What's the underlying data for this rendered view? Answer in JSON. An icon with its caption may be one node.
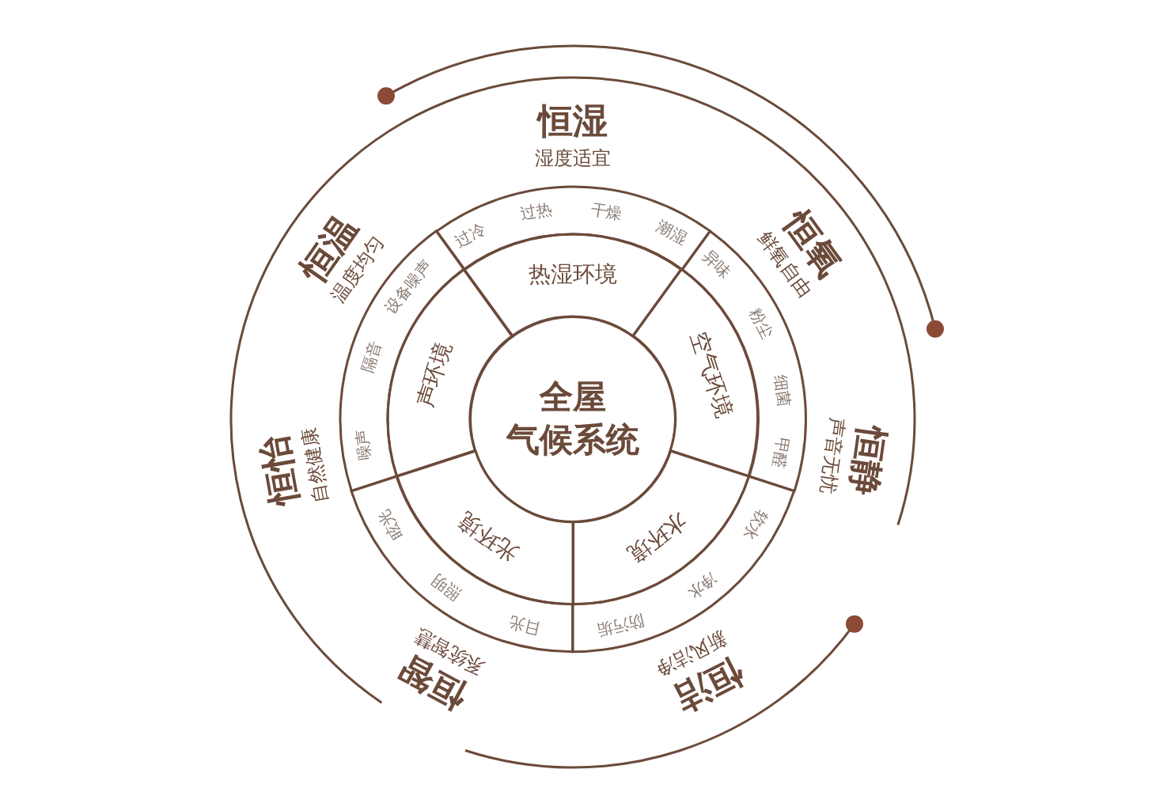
{
  "diagram": {
    "nodes": [
      {
        "text": [
          "全屋",
          "气候系统"
        ]
      },
      {
        "text": [
          "热湿环境"
        ]
      },
      {
        "text": [
          "空气环境"
        ]
      },
      {
        "text": [
          "水环境"
        ]
      },
      {
        "text": [
          "光环境"
        ]
      },
      {
        "text": [
          "声环境"
        ]
      },
      {
        "text": [
          "过冷",
          "过热",
          "干燥",
          "潮湿"
        ]
      },
      {
        "text": [
          "异味",
          "粉尘",
          "细菌",
          "甲醛"
        ]
      },
      {
        "text": [
          "软水",
          "净水",
          "防污垢"
        ]
      },
      {
        "text": [
          "日光",
          "照明",
          "眩光"
        ]
      },
      {
        "text": [
          "噪声",
          "隔音",
          "设备噪声"
        ]
      }
    ],
    "labels": [
      "恒湿",
      "湿度适宜",
      "恒温",
      "温度均匀",
      "恒氧",
      "鲜氧自由",
      "声音无忧",
      "恒静",
      "恒洁",
      "新风洁净",
      "恒智",
      "系统智慧",
      "恒怡",
      "自然健康"
    ]
  }
}
